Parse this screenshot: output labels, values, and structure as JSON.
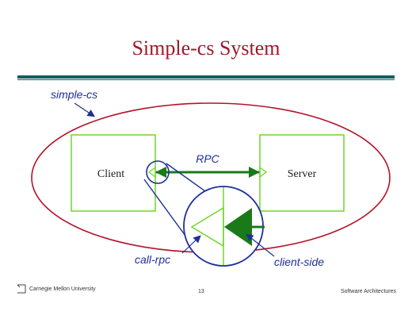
{
  "slide": {
    "title": "Simple-cs System",
    "page_number": "13",
    "footer_left": "Carnegie Mellon University",
    "footer_right": "Software Architectures"
  },
  "diagram": {
    "system_label": "simple-cs",
    "client_label": "Client",
    "server_label": "Server",
    "connector_label": "RPC",
    "role_label": "call-rpc",
    "port_label": "client-side"
  },
  "colors": {
    "title": "#a0182c",
    "system_ellipse": "#b5122a",
    "component": "#6fd62b",
    "connector": "#1a7a1a",
    "zoom": "#1e2f9a",
    "rule": "#165e5e"
  },
  "icons": {
    "logo": "cmu-bracket-logo"
  }
}
